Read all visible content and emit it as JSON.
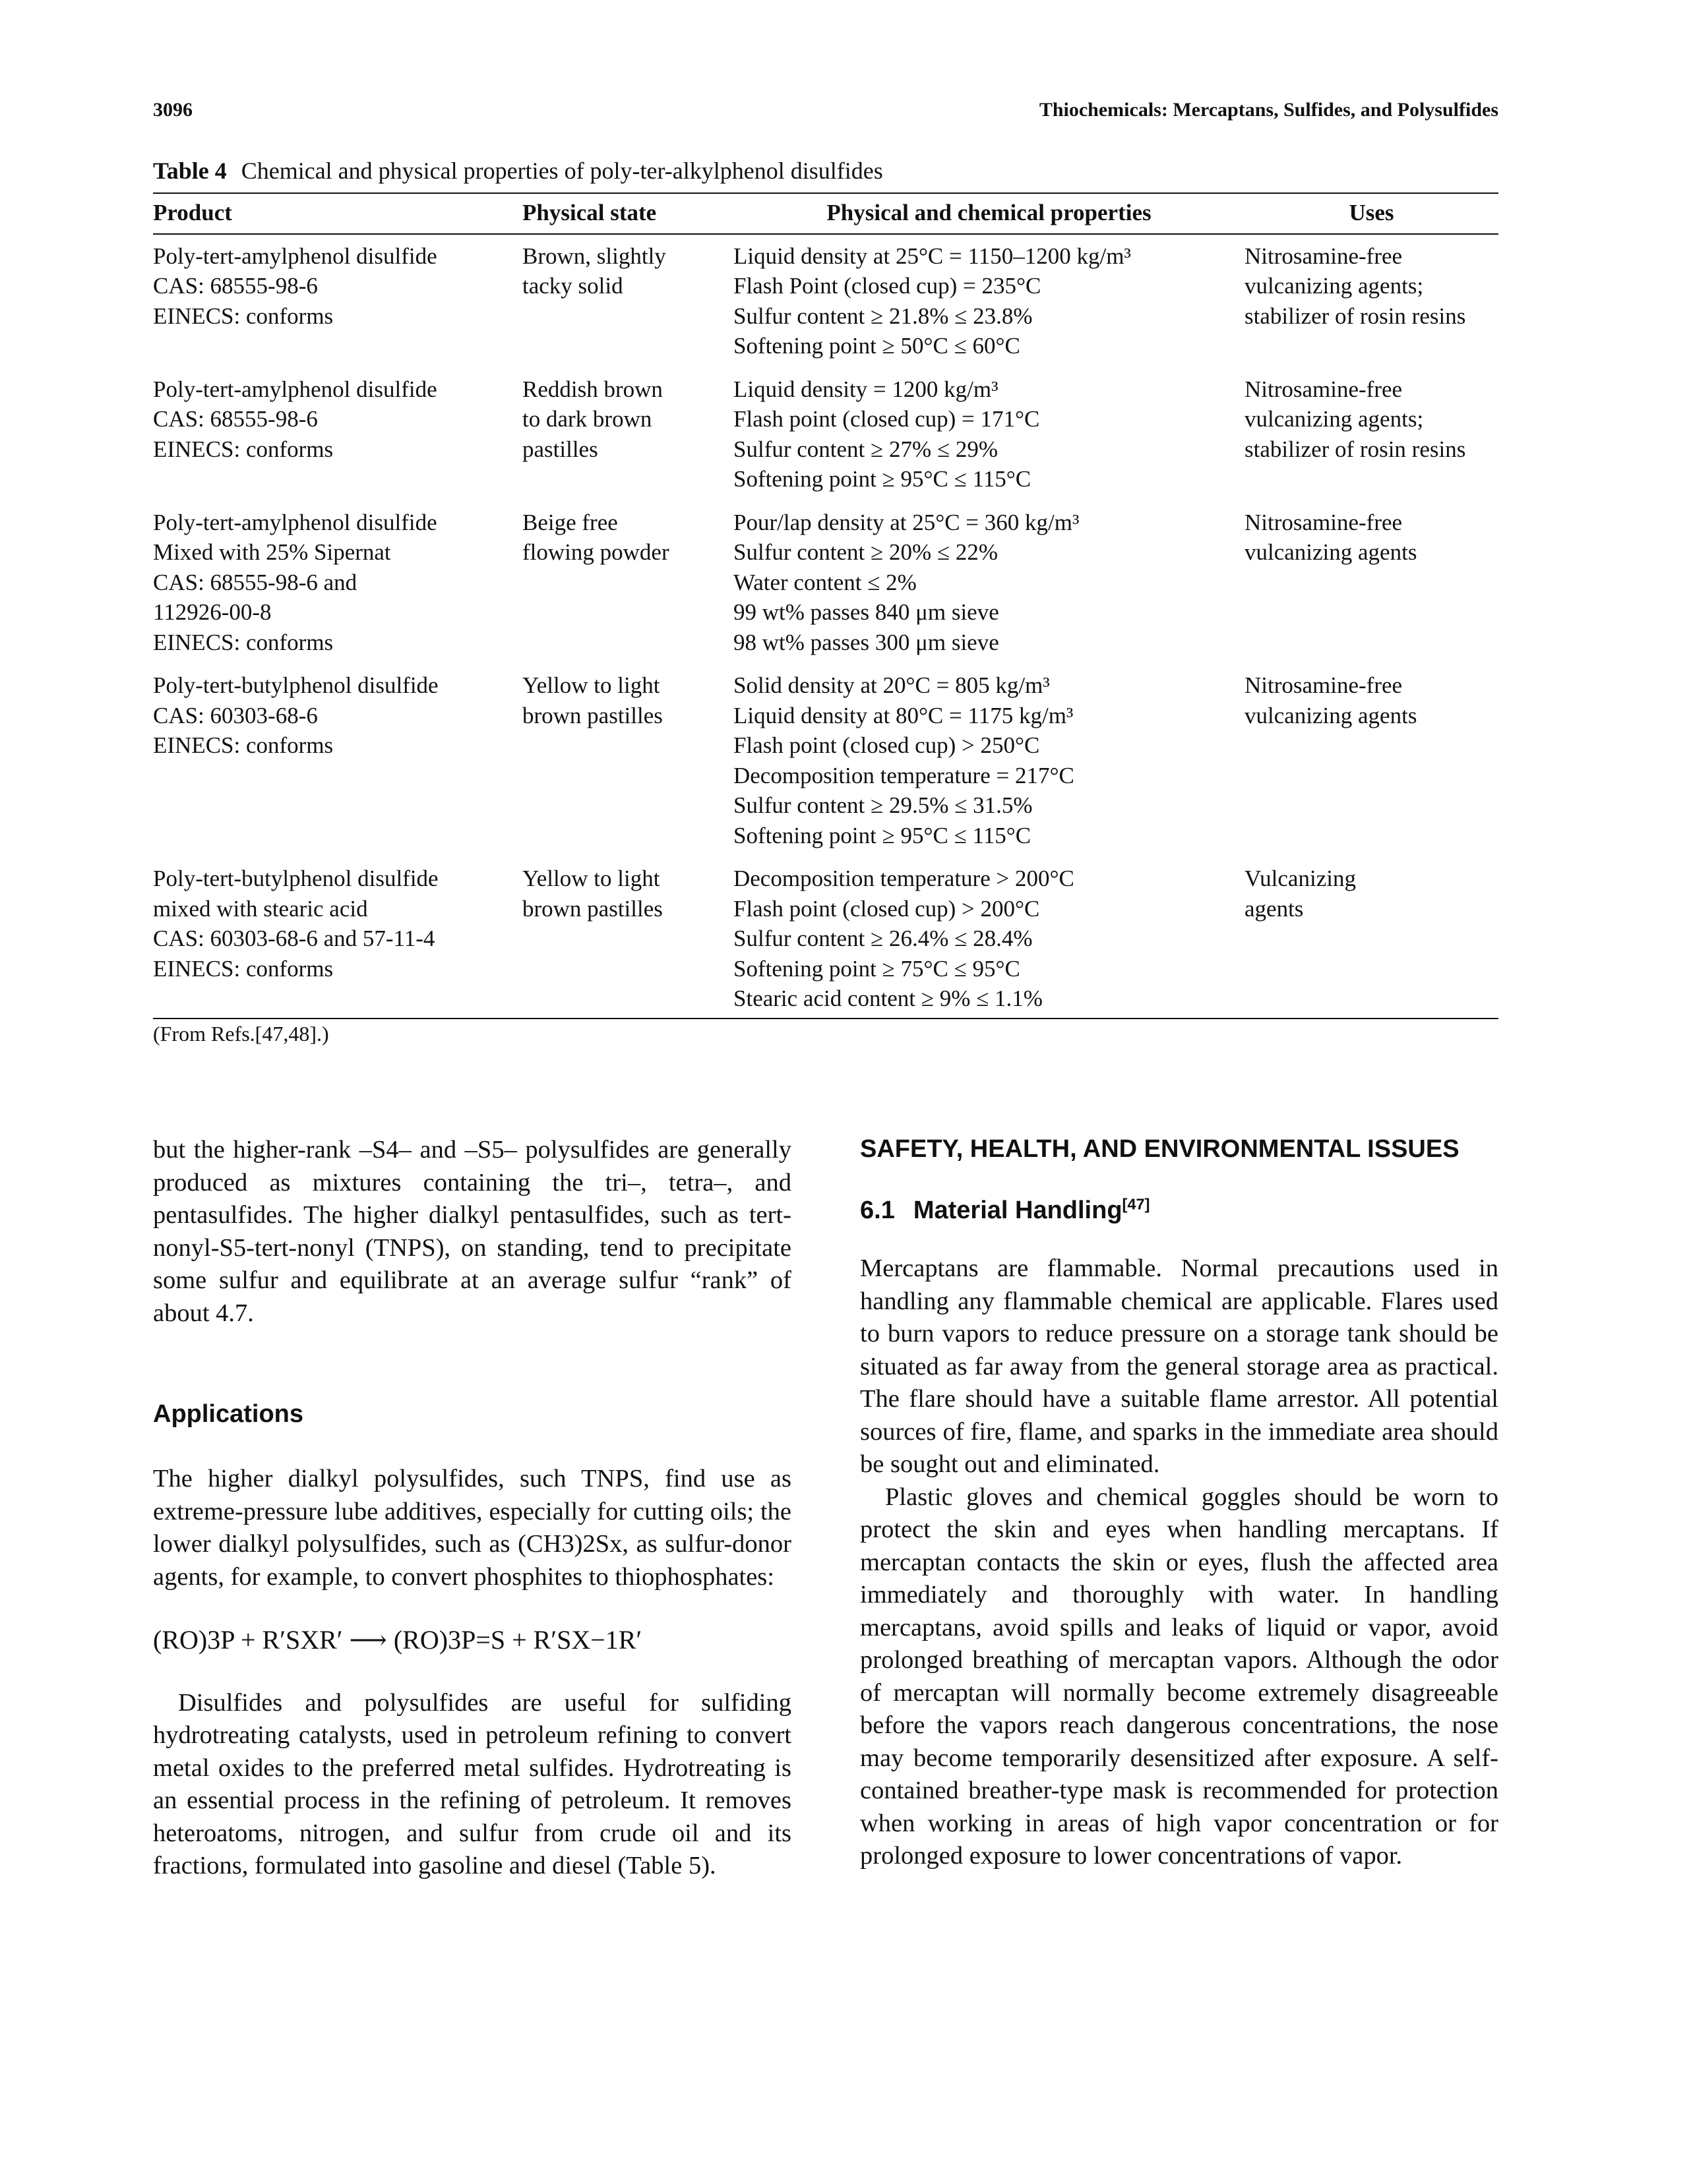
{
  "running_head": {
    "page_number": "3096",
    "title": "Thiochemicals: Mercaptans, Sulfides, and Polysulfides"
  },
  "table": {
    "label": "Table 4",
    "caption": "Chemical and physical properties of poly-ter-alkylphenol disulfides",
    "headers": [
      "Product",
      "Physical state",
      "Physical and chemical properties",
      "Uses"
    ],
    "rows": [
      {
        "product": [
          "Poly-tert-amylphenol disulfide",
          "CAS: 68555-98-6",
          "EINECS: conforms"
        ],
        "state": [
          "Brown, slightly",
          "tacky solid"
        ],
        "properties": [
          "Liquid density at 25°C = 1150–1200 kg/m³",
          "Flash Point (closed cup) = 235°C",
          "Sulfur content ≥ 21.8% ≤ 23.8%",
          "Softening point ≥ 50°C ≤ 60°C"
        ],
        "uses": [
          "Nitrosamine-free",
          "vulcanizing agents;",
          "stabilizer of rosin resins"
        ]
      },
      {
        "product": [
          "Poly-tert-amylphenol disulfide",
          "CAS: 68555-98-6",
          "EINECS: conforms"
        ],
        "state": [
          "Reddish brown",
          "to dark brown",
          "pastilles"
        ],
        "properties": [
          "Liquid density = 1200 kg/m³",
          "Flash point (closed cup) = 171°C",
          "Sulfur content ≥ 27% ≤ 29%",
          "Softening point ≥ 95°C ≤ 115°C"
        ],
        "uses": [
          "Nitrosamine-free",
          "vulcanizing agents;",
          "stabilizer of rosin resins"
        ]
      },
      {
        "product": [
          "Poly-tert-amylphenol disulfide",
          "Mixed with 25% Sipernat",
          "CAS: 68555-98-6 and",
          "112926-00-8",
          "EINECS: conforms"
        ],
        "state": [
          "Beige free",
          "flowing powder"
        ],
        "properties": [
          "Pour/lap density at 25°C = 360 kg/m³",
          "Sulfur content ≥ 20% ≤ 22%",
          "Water content ≤ 2%",
          "99 wt% passes 840 μm sieve",
          "98 wt% passes 300 μm sieve"
        ],
        "uses": [
          "Nitrosamine-free",
          "vulcanizing agents"
        ]
      },
      {
        "product": [
          "Poly-tert-butylphenol disulfide",
          "CAS: 60303-68-6",
          "EINECS: conforms"
        ],
        "state": [
          "Yellow to light",
          "brown pastilles"
        ],
        "properties": [
          "Solid density at 20°C = 805 kg/m³",
          "Liquid density at 80°C = 1175 kg/m³",
          "Flash point (closed cup) > 250°C",
          "Decomposition temperature = 217°C",
          "Sulfur content ≥ 29.5% ≤ 31.5%",
          "Softening point ≥ 95°C ≤ 115°C"
        ],
        "uses": [
          "Nitrosamine-free",
          "vulcanizing agents"
        ]
      },
      {
        "product": [
          "Poly-tert-butylphenol disulfide",
          "mixed with stearic acid",
          "CAS: 60303-68-6 and 57-11-4",
          "EINECS: conforms"
        ],
        "state": [
          "Yellow to light",
          "brown pastilles"
        ],
        "properties": [
          "Decomposition temperature > 200°C",
          "Flash point (closed cup) > 200°C",
          "Sulfur content ≥ 26.4% ≤ 28.4%",
          "Softening point ≥ 75°C ≤ 95°C",
          "Stearic acid content ≥ 9% ≤ 1.1%"
        ],
        "uses": [
          "Vulcanizing",
          "agents"
        ]
      }
    ],
    "source_note": "(From Refs.[47,48].)"
  },
  "left_column": {
    "para_continuation": "but the higher-rank –S4– and –S5– polysulfides are generally produced as mixtures containing the tri–, tetra–, and pentasulfides. The higher dialkyl pentasulfides, such as tert-nonyl-S5-tert-nonyl (TNPS), on standing, tend to precipitate some sulfur and equilibrate at an average sulfur “rank” of about 4.7.",
    "applications_heading": "Applications",
    "para_applications": "The higher dialkyl polysulfides, such TNPS, find use as extreme-pressure lube additives, especially for cutting oils; the lower dialkyl polysulfides, such as (CH3)2Sx, as sulfur-donor agents, for example, to convert phosphites to thiophosphates:",
    "equation": "(RO)3P + R′SXR′ ⟶ (RO)3P=S + R′SX−1R′",
    "para_disulfides": "Disulfides and polysulfides are useful for sulfiding hydrotreating catalysts, used in petroleum refining to convert metal oxides to the preferred metal sulfides. Hydrotreating is an essential process in the refining of petroleum. It removes heteroatoms, nitrogen, and sulfur from crude oil and its fractions, formulated into gasoline and diesel (Table 5)."
  },
  "right_column": {
    "section_heading": "SAFETY, HEALTH, AND ENVIRONMENTAL ISSUES",
    "subsection_number": "6.1",
    "subsection_title": "Material Handling",
    "subsection_ref": "[47]",
    "para_1": "Mercaptans are flammable. Normal precautions used in handling any flammable chemical are applicable. Flares used to burn vapors to reduce pressure on a storage tank should be situated as far away from the general storage area as practical. The flare should have a suitable flame arrestor. All potential sources of fire, flame, and sparks in the immediate area should be sought out and eliminated.",
    "para_2": "Plastic gloves and chemical goggles should be worn to protect the skin and eyes when handling mercaptans. If mercaptan contacts the skin or eyes, flush the affected area immediately and thoroughly with water. In handling mercaptans, avoid spills and leaks of liquid or vapor, avoid prolonged breathing of mercaptan vapors. Although the odor of mercaptan will normally become extremely disagreeable before the vapors reach dangerous concentrations, the nose may become temporarily desensitized after exposure. A self-contained breather-type mask is recommended for protection when working in areas of high vapor concentration or for prolonged exposure to lower concentrations of vapor."
  }
}
